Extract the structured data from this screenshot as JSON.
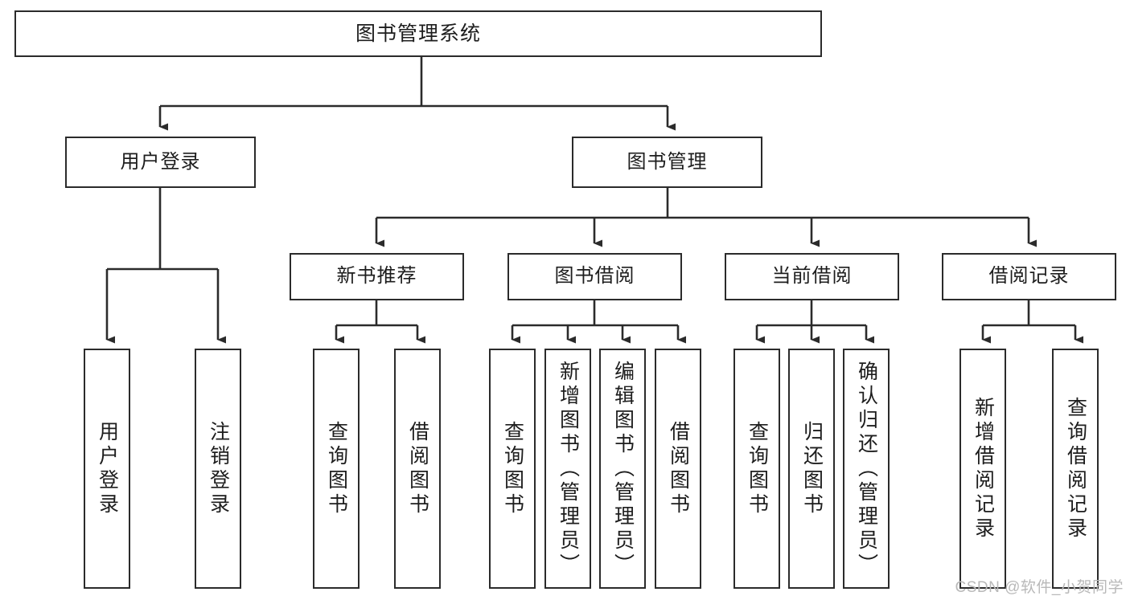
{
  "diagram": {
    "title": "图书管理系统",
    "type": "tree-hierarchy-diagram",
    "watermark": "CSDN @软件_小贺同学",
    "colors": {
      "box_border": "#2b2b2b",
      "box_fill": "#ffffff",
      "connector": "#2b2b2b",
      "text": "#1d1d1d",
      "watermark": "#b9b9b9",
      "background": "#ffffff"
    },
    "root": {
      "label": "图书管理系统"
    },
    "level2": [
      {
        "label": "用户登录"
      },
      {
        "label": "图书管理"
      }
    ],
    "level3": [
      {
        "label": "新书推荐"
      },
      {
        "label": "图书借阅"
      },
      {
        "label": "当前借阅"
      },
      {
        "label": "借阅记录"
      }
    ],
    "leaves": {
      "user_login": [
        {
          "label": "用户登录"
        },
        {
          "label": "注销登录"
        }
      ],
      "new_book_recommend": [
        {
          "label": "查询图书"
        },
        {
          "label": "借阅图书"
        }
      ],
      "book_borrow": [
        {
          "label": "查询图书"
        },
        {
          "label": "新增图书（管理员）"
        },
        {
          "label": "编辑图书（管理员）"
        },
        {
          "label": "借阅图书"
        }
      ],
      "current_borrow": [
        {
          "label": "查询图书"
        },
        {
          "label": "归还图书"
        },
        {
          "label": "确认归还（管理员）"
        }
      ],
      "borrow_record": [
        {
          "label": "新增借阅记录"
        },
        {
          "label": "查询借阅记录"
        }
      ]
    }
  }
}
